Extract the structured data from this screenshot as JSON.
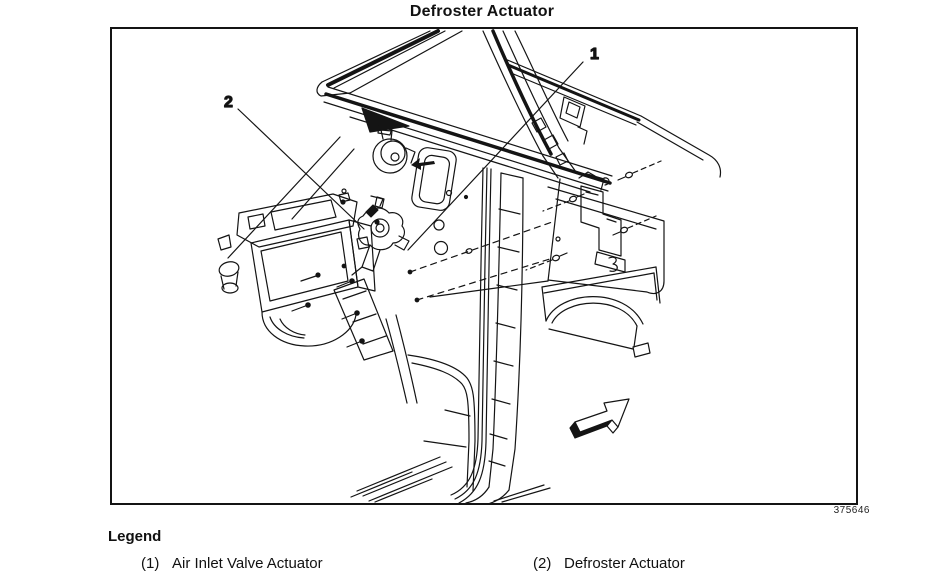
{
  "page": {
    "title": "Defroster Actuator",
    "figure_number": "375646",
    "background_color": "#ffffff",
    "line_color": "#141414"
  },
  "figure": {
    "callouts": [
      {
        "num": "1"
      },
      {
        "num": "2"
      }
    ]
  },
  "legend": {
    "heading": "Legend",
    "items": [
      {
        "num": "(1)",
        "label": "Air Inlet Valve Actuator"
      },
      {
        "num": "(2)",
        "label": "Defroster Actuator"
      }
    ]
  }
}
